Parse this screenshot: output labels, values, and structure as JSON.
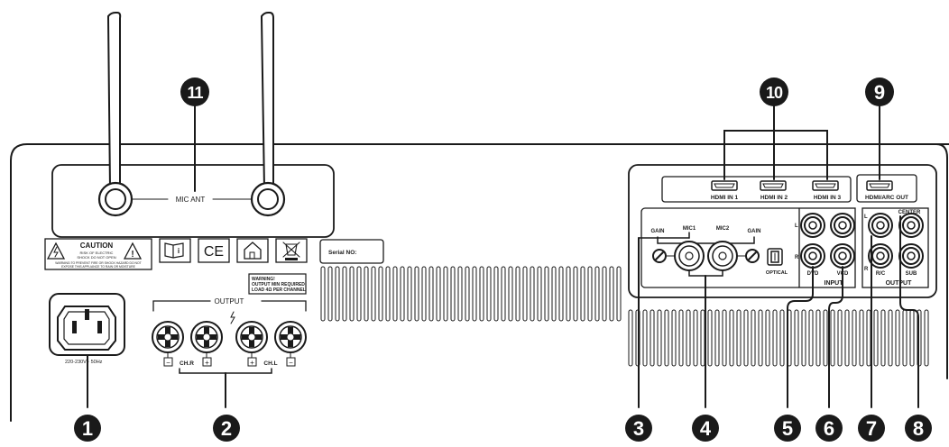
{
  "callouts": [
    "1",
    "2",
    "3",
    "4",
    "5",
    "6",
    "7",
    "8",
    "9",
    "10",
    "11"
  ],
  "antenna": {
    "label": "MIC ANT"
  },
  "caution": {
    "title": "CAUTION",
    "line1": "RISK OF ELECTRIC",
    "line2": "SHOCK DO NOT OPEN",
    "line3": "WARNING:TO PREVENT FIRE OR SHOCK HAZARD DO NOT",
    "line4": "EXPOSE THIS APPLIANCE TO RAIN OR MOISTURE"
  },
  "ce_mark": "CE",
  "serial_label": "Serial NO:",
  "warning": {
    "line1": "WARNING!",
    "line2": "OUTPUT MIN REQUIRED",
    "line3": "LOAD 4Ω PER CHANNEL"
  },
  "power": {
    "rating": "220-230V~ 50Hz"
  },
  "speaker_output": {
    "title": "OUTPUT",
    "ch_r": "CH.R",
    "ch_l": "CH.L",
    "minus": "−",
    "plus": "+"
  },
  "hdmi": {
    "in1": "HDMI IN 1",
    "in2": "HDMI IN 2",
    "in3": "HDMI IN 3",
    "arc": "HDMI/ARC OUT"
  },
  "mic": {
    "gain_left": "GAIN",
    "mic1": "MIC1",
    "mic2": "MIC2",
    "gain_right": "GAIN"
  },
  "optical": "OPTICAL",
  "rca": {
    "left": "L",
    "right": "R",
    "dvd": "DVD",
    "vcd": "VCD",
    "input": "INPUT",
    "center": "CENTER",
    "rc": "R/C",
    "sub": "SUB",
    "output": "OUTPUT"
  },
  "colors": {
    "line": "#1a1a1a",
    "callout_fill": "#1a1a1a",
    "callout_text": "#ffffff"
  }
}
